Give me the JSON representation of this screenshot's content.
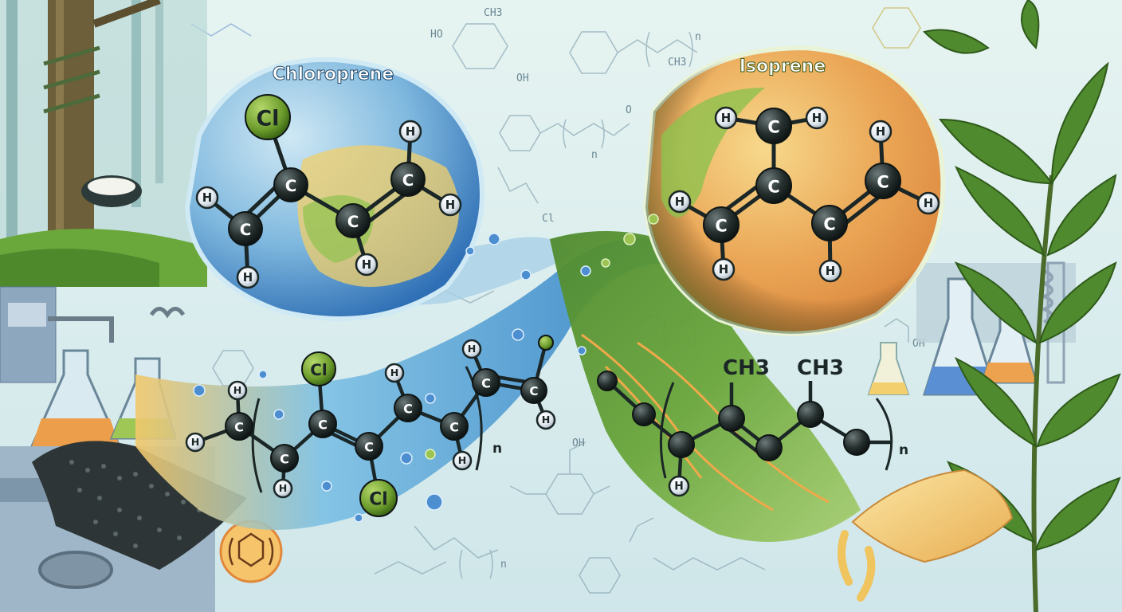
{
  "labels": {
    "left_bubble_title": "Chloroprene",
    "right_bubble_title": "Isoprene",
    "repeat_subscript_left": "n",
    "repeat_subscript_right": "n",
    "methyl_left": "CH3",
    "methyl_right": "CH3",
    "atom_h": "H",
    "atom_c": "C",
    "atom_cl": "Cl"
  },
  "background_formulas": {
    "hydroquinone_ho": "HO",
    "hydroquinone_oh": "OH",
    "hydroquinone_ch3": "CH3",
    "styrene_ch3": "CH3",
    "styrene_n": "n",
    "ester_o": "O",
    "ester_n": "n",
    "cl_small": "Cl",
    "phenol_oh": "OH",
    "oh_small": "OH",
    "bottom_n": "n"
  },
  "colors": {
    "chloroprene_blue": "#3f86c9",
    "isoprene_orange": "#e79a4e",
    "isoprene_green": "#6aa63b",
    "chlorine_green": "#6c9c2c",
    "carbon_dark": "#1f2a2a",
    "hydrogen_light": "#e8eef3",
    "latex_yellow": "#f3cf6e"
  }
}
